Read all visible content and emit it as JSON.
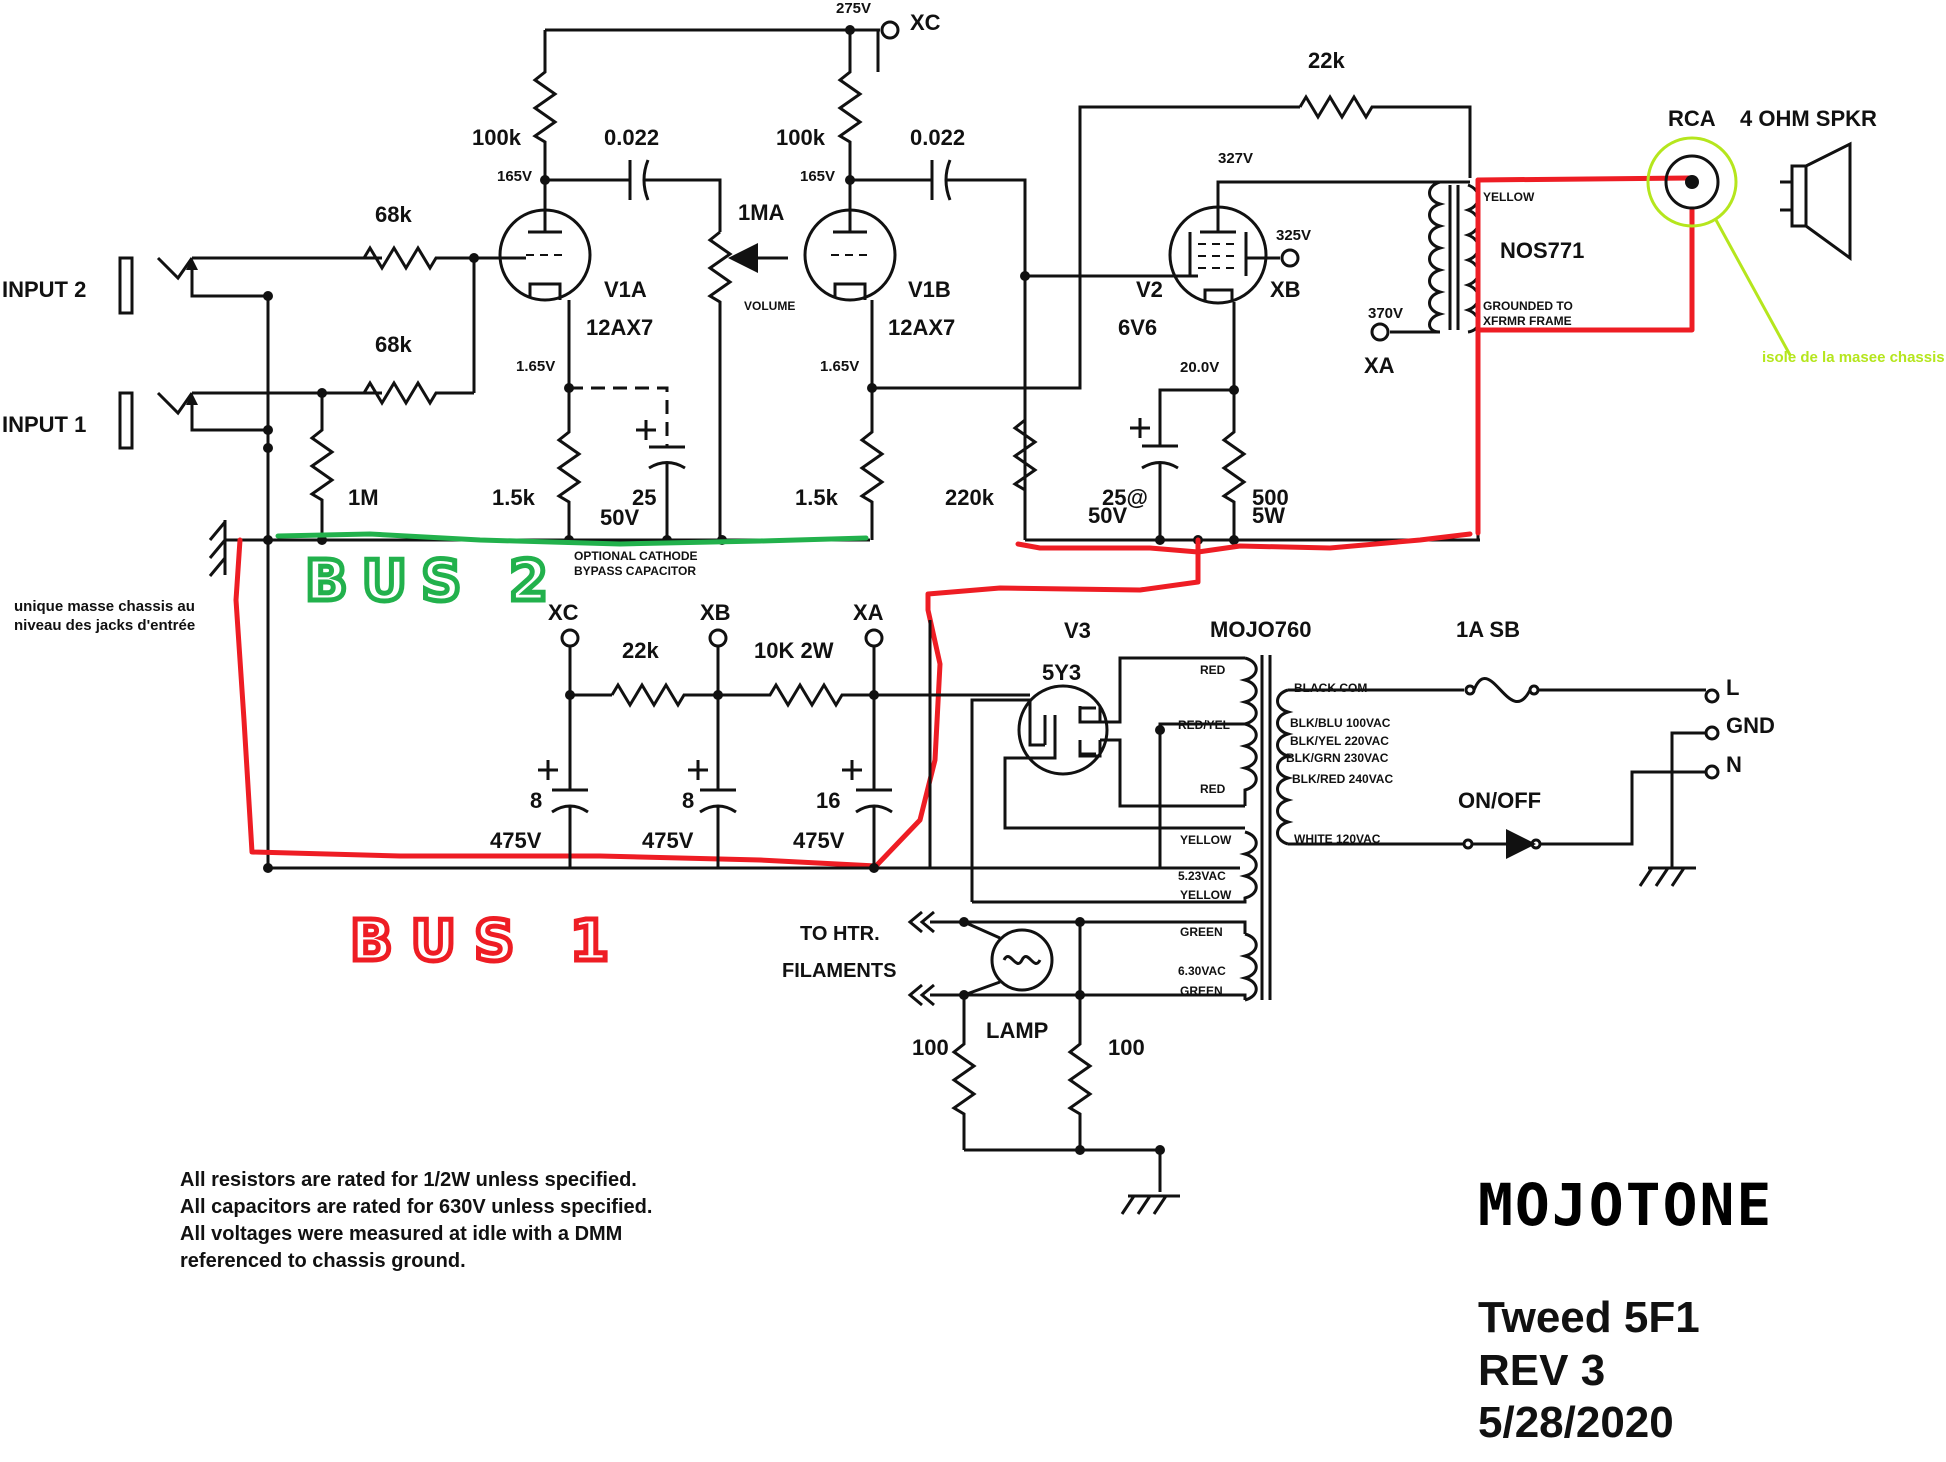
{
  "title": {
    "line1": "Tweed 5F1",
    "line2": "REV 3",
    "line3": "5/28/2020"
  },
  "brand": "MOJOTONE",
  "notes": [
    "All resistors are rated for 1/2W unless specified.",
    "All capacitors are rated for 630V unless specified.",
    "All voltages were measured at idle with a DMM",
    "referenced to chassis ground."
  ],
  "inputs": {
    "input2": "INPUT 2",
    "input1": "INPUT 1"
  },
  "ground_note": {
    "line1": "unique masse chassis au",
    "line2": "niveau des jacks d'entrée"
  },
  "bus_labels": {
    "bus2": "BUS 2",
    "bus1": "BUS 1"
  },
  "output": {
    "rca": "RCA",
    "speaker": "4 OHM SPKR",
    "isolation_note": "isole de la masee chassis"
  },
  "tubes": {
    "v1a": {
      "name": "V1A",
      "type": "12AX7"
    },
    "v1b": {
      "name": "V1B",
      "type": "12AX7"
    },
    "v2": {
      "name": "V2",
      "type": "6V6"
    },
    "v3": {
      "name": "V3",
      "type": "5Y3"
    }
  },
  "components": {
    "r_68k_a": "68k",
    "r_68k_b": "68k",
    "r_1m": "1M",
    "r_100k_a": "100k",
    "r_100k_b": "100k",
    "c_0022_a": "0.022",
    "c_0022_b": "0.022",
    "pot": "1MA",
    "pot_label": "VOLUME",
    "r_15k_a": "1.5k",
    "r_15k_b": "1.5k",
    "c_25_a": "25",
    "c_25_a_v": "50V",
    "r_220k": "220k",
    "r_22k_fb": "22k",
    "c_25_b": "25@",
    "c_25_b_v": "50V",
    "r_500": "500",
    "r_500_w": "5W",
    "r_22k_sup": "22k",
    "r_10k": "10K 2W",
    "c_8_a": "8",
    "c_8_a_v": "475V",
    "c_8_b": "8",
    "c_8_b_v": "475V",
    "c_16": "16",
    "c_16_v": "475V",
    "r_100_a": "100",
    "r_100_b": "100",
    "lamp": "LAMP",
    "bypass_note_1": "OPTIONAL CATHODE",
    "bypass_note_2": "BYPASS CAPACITOR"
  },
  "voltages": {
    "v275": "275V",
    "v165a": "165V",
    "v165b": "165V",
    "v165k_a": "1.65V",
    "v165k_b": "1.65V",
    "v327": "327V",
    "v325": "325V",
    "v370": "370V",
    "v20": "20.0V"
  },
  "nodes": {
    "xc": "XC",
    "xb": "XB",
    "xa": "XA"
  },
  "output_transformer": {
    "name": "NOS771",
    "yellow": "YELLOW",
    "ground_1": "GROUNDED TO",
    "ground_2": "XFRMR FRAME"
  },
  "power_transformer": {
    "name": "MOJO760",
    "red_top": "RED",
    "red_yel": "RED/YEL",
    "red_bot": "RED",
    "yellow_top": "YELLOW",
    "v523": "5.23VAC",
    "yellow_bot": "YELLOW",
    "green_top": "GREEN",
    "v630": "6.30VAC",
    "green_bot": "GREEN",
    "black_com": "BLACK COM",
    "blk_blu": "BLK/BLU 100VAC",
    "blk_yel": "BLK/YEL 220VAC",
    "blk_grn": "BLK/GRN 230VAC",
    "blk_red": "BLK/RED 240VAC",
    "white": "WHITE 120VAC"
  },
  "mains": {
    "fuse": "1A SB",
    "switch": "ON/OFF",
    "l": "L",
    "gnd": "GND",
    "n": "N"
  },
  "heater": {
    "line1": "TO HTR.",
    "line2": "FILAMENTS"
  }
}
